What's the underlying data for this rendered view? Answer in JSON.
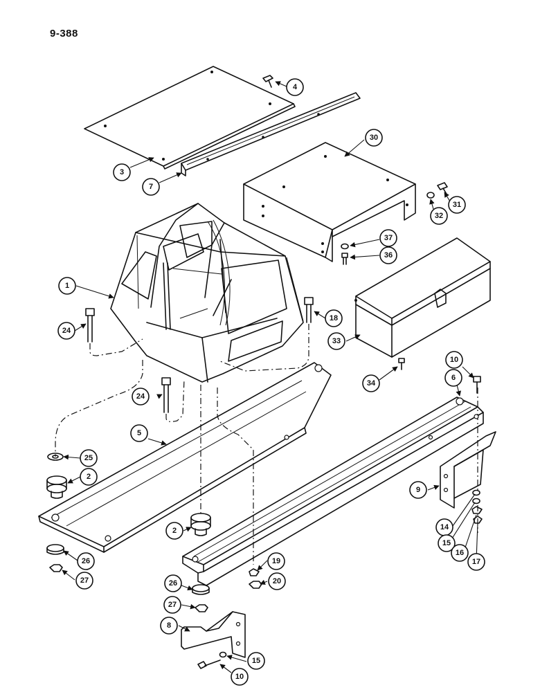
{
  "page": {
    "number": "9-388"
  },
  "callouts": [
    "1",
    "2",
    "2",
    "3",
    "4",
    "5",
    "6",
    "7",
    "8",
    "9",
    "10",
    "10",
    "14",
    "15",
    "15",
    "16",
    "17",
    "18",
    "19",
    "20",
    "24",
    "24",
    "25",
    "26",
    "26",
    "27",
    "27",
    "30",
    "31",
    "32",
    "33",
    "34",
    "36",
    "37"
  ]
}
